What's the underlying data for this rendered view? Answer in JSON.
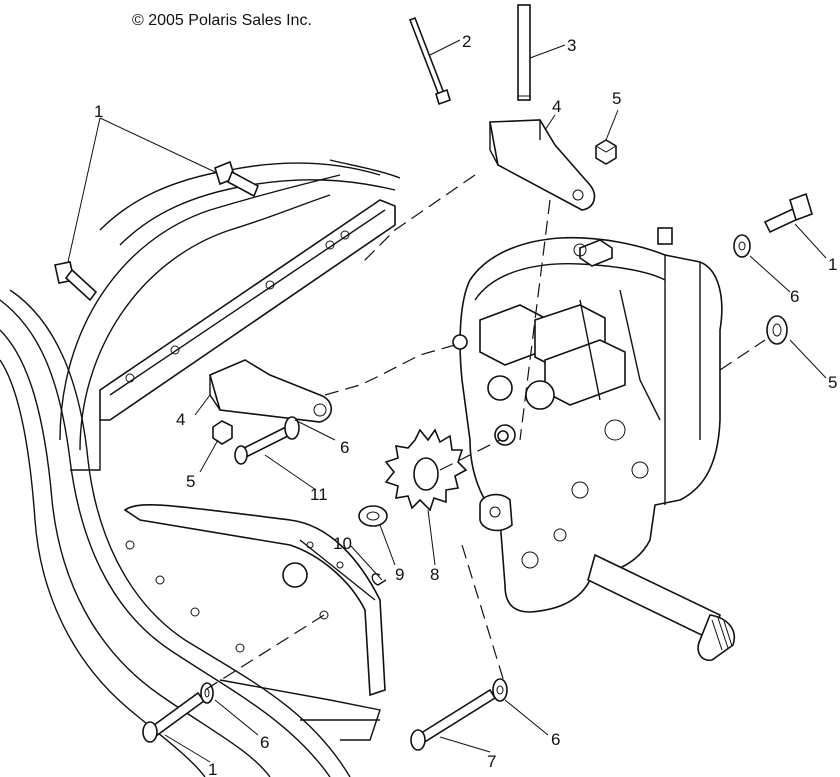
{
  "copyright": "© 2005 Polaris Sales Inc.",
  "callouts": {
    "c1_top": "1",
    "c2": "2",
    "c3": "3",
    "c4_top": "4",
    "c5_top": "5",
    "c1_right": "1",
    "c6_right": "6",
    "c5_right": "5",
    "c4_left": "4",
    "c5_left": "5",
    "c6_mid": "6",
    "c11": "11",
    "c10": "10",
    "c9": "9",
    "c8": "8",
    "c6_bottom_left": "6",
    "c1_bottom": "1",
    "c7": "7",
    "c6_bottom_right": "6"
  }
}
